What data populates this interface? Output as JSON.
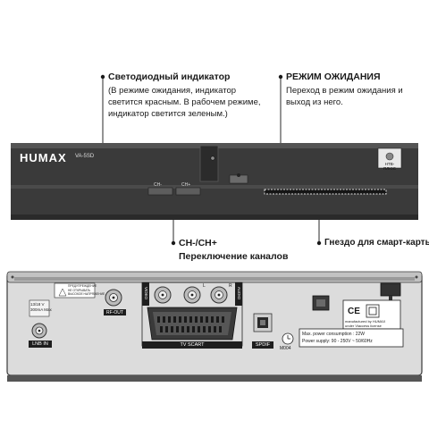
{
  "callouts": {
    "led": {
      "title": "Светодиодный индикатор",
      "desc": [
        "(В режиме ожидания, индикатор",
        "светится красным. В рабочем режиме,",
        "индикатор светится зеленым.)"
      ]
    },
    "standby": {
      "title": "РЕЖИМ ОЖИДАНИЯ",
      "desc": [
        "Переход в режим ожидания и",
        "выход из него."
      ]
    },
    "channels": {
      "title": "CH-/CH+",
      "desc": "Переключение каналов"
    },
    "smartcard": {
      "title": "Гнездо для смарт-карты"
    }
  },
  "front_panel": {
    "brand": "HUMAX",
    "model": "VA-5SD",
    "ch_minus": "CH-",
    "ch_plus": "CH+",
    "badge": "НТВ-ПЛЮС"
  },
  "rear_panel": {
    "lnb_spec": [
      "13/18 V",
      "300mA Max"
    ],
    "lnb_in": "LNB IN",
    "rf_out": "RF-OUT",
    "warning": [
      "ПРЕДУПРЕЖДЕНИЕ",
      "НЕ ОТКРЫВАТЬ",
      "ВЫСОКОЕ НАПРЯЖЕНИЕ"
    ],
    "video": "VIDEO",
    "audio": "AUDIO",
    "audio_l": "L",
    "audio_r": "R",
    "tv_scart": "TV SCART",
    "spdif": "SPDIF",
    "m004": "M004",
    "ce_mark": "CE",
    "manufactured": [
      "manufactured by HUMAX",
      "under Viaccess license"
    ],
    "power_consumption": "Max. power consumption : 22W",
    "power_supply": "Power supply: 90 - 250V ~ 50/60Hz"
  }
}
